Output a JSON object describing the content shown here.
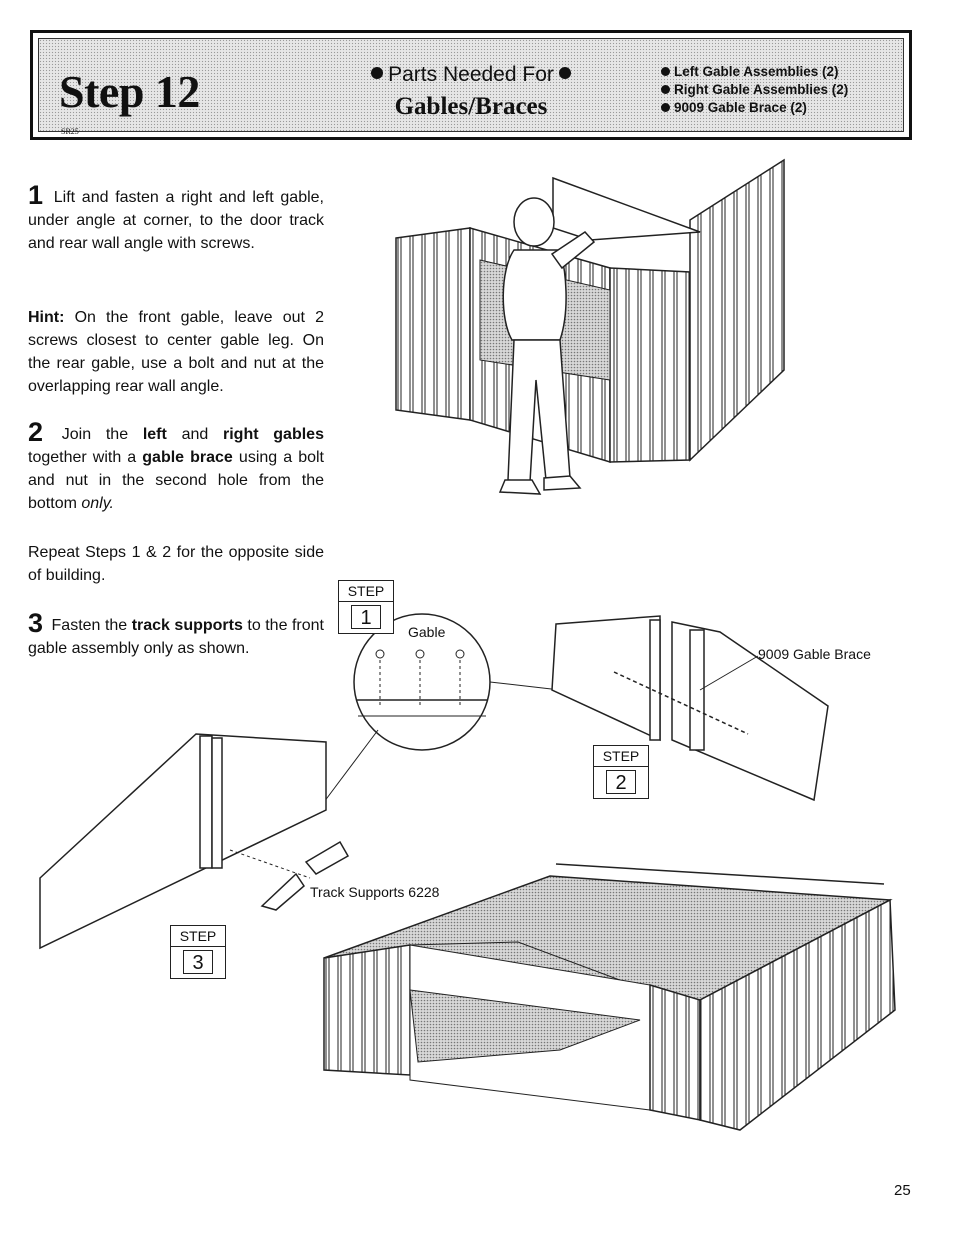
{
  "header": {
    "step_title": "Step 12",
    "page_code": "SR25",
    "parts_needed": "Parts Needed For",
    "section_title": "Gables/Braces",
    "parts": [
      "Left Gable Assemblies (2)",
      "Right Gable Assemblies (2)",
      "9009 Gable Brace (2)"
    ]
  },
  "instructions": {
    "s1_num": "1",
    "s1_text": "Lift and fasten a right and left gable, under angle at corner, to the door track and rear wall angle with screws.",
    "hint_label": "Hint:",
    "hint_text": "On the front gable, leave out 2 screws closest to center gable leg. On the rear gable, use a bolt and nut at the overlapping rear wall angle.",
    "s2_num": "2",
    "s2_a": "Join the",
    "s2_left": "left",
    "s2_and": "and",
    "s2_right": "right gables",
    "s2_b": "together with a",
    "s2_brace": "gable brace",
    "s2_c": "using a bolt and nut in the second hole from the bottom",
    "s2_only": "only.",
    "repeat": "Repeat Steps 1 & 2 for the opposite side of building.",
    "s3_num": "3",
    "s3_a": "Fasten the",
    "s3_track": "track supports",
    "s3_b": "to the front gable assembly only as shown."
  },
  "labels": {
    "gable": "Gable",
    "gable_brace": "9009 Gable Brace",
    "track_supports": "Track Supports 6228"
  },
  "step_boxes": [
    {
      "label": "STEP",
      "number": "1"
    },
    {
      "label": "STEP",
      "number": "2"
    },
    {
      "label": "STEP",
      "number": "3"
    }
  ],
  "page_number": "25"
}
